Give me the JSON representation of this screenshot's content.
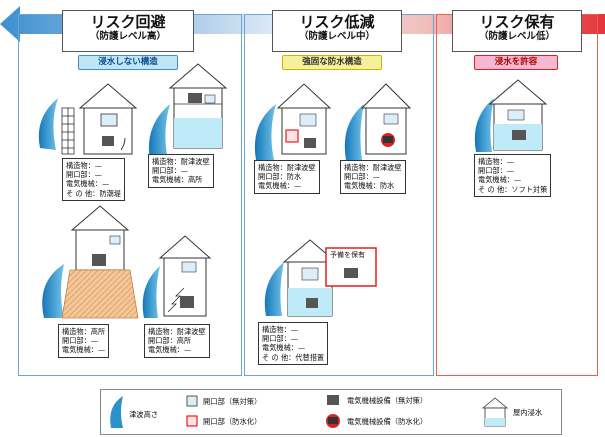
{
  "sections": [
    {
      "title": "リスク回避",
      "subtitle": "（防護レベル高）",
      "tag": "浸水しない構造",
      "tag_bg": "#bfe6f7"
    },
    {
      "title": "リスク低減",
      "subtitle": "（防護レベル中）",
      "tag": "強固な防水構造",
      "tag_bg": "#f6f09a"
    },
    {
      "title": "リスク保有",
      "subtitle": "（防護レベル低）",
      "tag": "浸水を許容",
      "tag_bg": "#f5b8d2"
    }
  ],
  "cases": {
    "avoid_seawall": [
      "構造物：—",
      "開口部：—",
      "電気機械：—",
      "そ の 他：防潮堤"
    ],
    "avoid_elevated_equip": [
      "構造物：耐津波壁",
      "開口部：—",
      "電気機械：高所"
    ],
    "avoid_raised_ground": [
      "構造物：高所",
      "開口部：—",
      "電気機械：—"
    ],
    "avoid_high_opening": [
      "構造物：耐津波壁",
      "開口部：高所",
      "電気機械：—"
    ],
    "reduce_waterproof_opening": [
      "構造物：耐津波壁",
      "開口部：防水",
      "電気機械：—"
    ],
    "reduce_waterproof_equip": [
      "構造物：耐津波壁",
      "開口部：—",
      "電気機械：防水"
    ],
    "reduce_spare": [
      "構造物：—",
      "開口部：—",
      "電気機械：—",
      "そ の 他：代替措置"
    ],
    "retain": [
      "構造物：—",
      "開口部：—",
      "電気機械：—",
      "そ の 他：ソフト対策"
    ]
  },
  "spare_label": "予備を保有",
  "legend": {
    "tsunami_height": "津波高さ",
    "opening_none": "開口部（無対策）",
    "opening_waterproof": "開口部（防水化）",
    "equip_none": "電気機械設備（無対策）",
    "equip_waterproof": "電気機械設備（防水化）",
    "indoor_flooding": "屋内浸水"
  },
  "colors": {
    "wave": "#2a93c9",
    "water": "#bfeaf7",
    "accent_red": "#e02020",
    "border_blue": "#6aa5d8",
    "border_red": "#e4634f"
  }
}
